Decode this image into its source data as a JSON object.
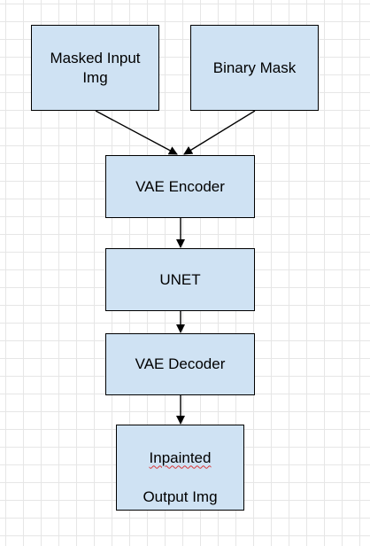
{
  "diagram": {
    "nodes": {
      "masked_input": {
        "label": "Masked Input\nImg"
      },
      "binary_mask": {
        "label": "Binary Mask"
      },
      "vae_encoder": {
        "label": "VAE Encoder"
      },
      "unet": {
        "label": "UNET"
      },
      "vae_decoder": {
        "label": "VAE Decoder"
      },
      "output": {
        "label_word1": "Inpainted",
        "label_word2": "Output Img"
      }
    },
    "edges": [
      {
        "from": "Masked Input Img",
        "to": "VAE Encoder"
      },
      {
        "from": "Binary Mask",
        "to": "VAE Encoder"
      },
      {
        "from": "VAE Encoder",
        "to": "UNET"
      },
      {
        "from": "UNET",
        "to": "VAE Decoder"
      },
      {
        "from": "VAE Decoder",
        "to": "Inpainted Output Img"
      }
    ],
    "colors": {
      "box_fill": "#cfe2f3",
      "box_border": "#000000",
      "grid": "#e6e6e6",
      "spellcheck": "#d93636"
    }
  }
}
